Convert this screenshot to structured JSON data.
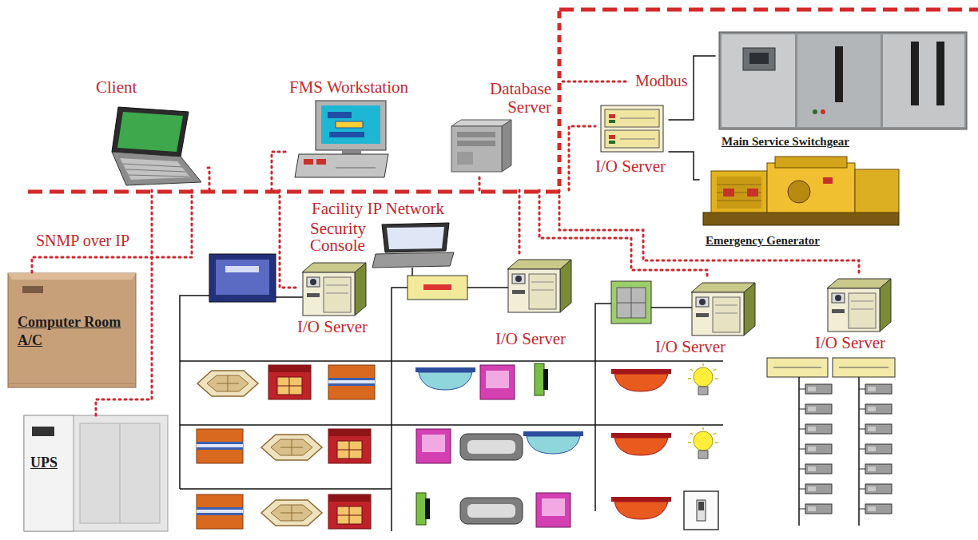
{
  "diagram": {
    "nodes": [
      {
        "text": [
          "Client"
        ]
      },
      {
        "text": [
          "FMS Workstation"
        ]
      },
      {
        "text": [
          "Database Server"
        ]
      },
      {
        "text": [
          "I/O Server"
        ]
      },
      {
        "text": [
          "Main Service Switchgear"
        ]
      },
      {
        "text": [
          "Emergency Generator"
        ]
      },
      {
        "text": [
          "Facility IP Network"
        ]
      },
      {
        "text": [
          "Security Console"
        ]
      },
      {
        "text": [
          "Computer Room A/C"
        ]
      },
      {
        "text": [
          "I/O Server"
        ]
      },
      {
        "text": [
          "I/O Server"
        ]
      },
      {
        "text": [
          "I/O Server"
        ]
      },
      {
        "text": [
          "I/O Server"
        ]
      },
      {
        "text": [
          "UPS"
        ]
      }
    ],
    "edges": [
      {
        "from": 6,
        "to": 0,
        "arrow": "none"
      },
      {
        "from": 6,
        "to": 1,
        "arrow": "none"
      },
      {
        "from": 6,
        "to": 2,
        "arrow": "none"
      },
      {
        "from": 6,
        "to": 3,
        "arrow": "none"
      },
      {
        "from": 3,
        "to": 4,
        "arrow": "none"
      },
      {
        "from": 3,
        "to": 5,
        "arrow": "none"
      },
      {
        "from": 6,
        "to": 8,
        "arrow": "none"
      },
      {
        "from": 6,
        "to": 13,
        "arrow": "none"
      },
      {
        "from": 6,
        "to": 9,
        "arrow": "none"
      },
      {
        "from": 6,
        "to": 10,
        "arrow": "none"
      },
      {
        "from": 6,
        "to": 11,
        "arrow": "none"
      },
      {
        "from": 6,
        "to": 12,
        "arrow": "none"
      }
    ],
    "labels": [
      "Modbus",
      "SNMP over IP"
    ]
  }
}
